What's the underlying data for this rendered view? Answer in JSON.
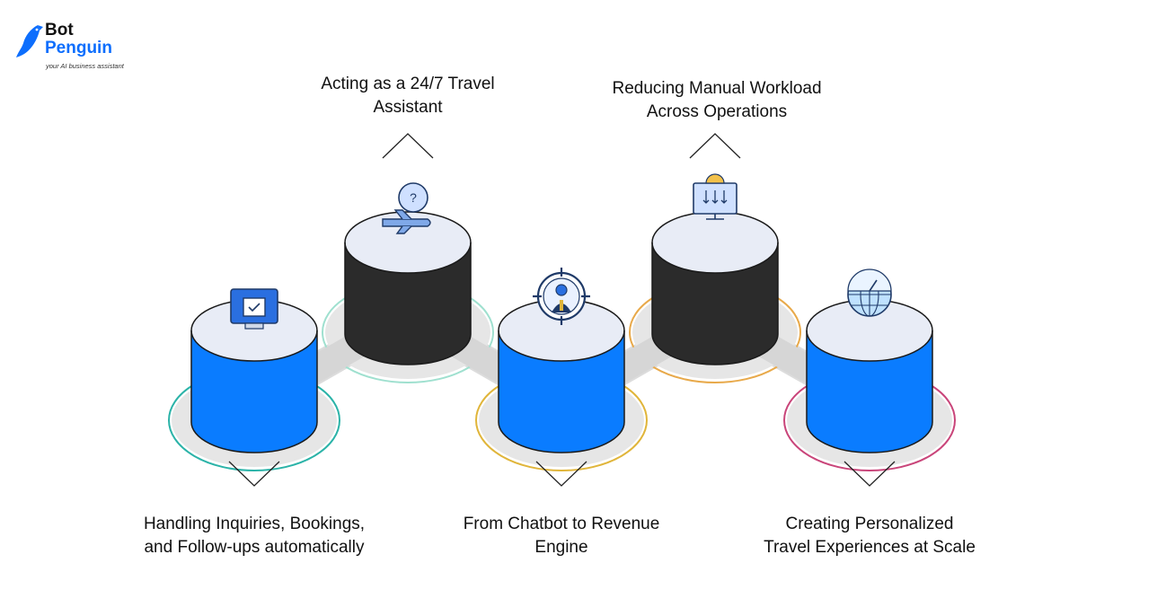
{
  "brand": {
    "name_line1": "Bot",
    "name_line2": "Penguin",
    "tagline": "your AI business assistant",
    "icon": "penguin-logo-icon",
    "color": "#0d6efd"
  },
  "steps": [
    {
      "lines": [
        "Handling Inquiries, Bookings,",
        "and Follow-ups automatically"
      ],
      "position": "bottom",
      "cylinder_color": "#0a7cff",
      "ring_color": "#2bb3a8",
      "icon": "computer-calendar-icon"
    },
    {
      "lines": [
        "Acting as a 24/7 Travel",
        "Assistant"
      ],
      "position": "top",
      "cylinder_color": "#2b2b2b",
      "ring_color": "#9fe0cf",
      "icon": "airplane-clock-icon"
    },
    {
      "lines": [
        "From Chatbot to Revenue",
        "Engine"
      ],
      "position": "bottom",
      "cylinder_color": "#0a7cff",
      "ring_color": "#e0b53a",
      "icon": "target-person-icon"
    },
    {
      "lines": [
        "Reducing Manual Workload",
        "Across Operations"
      ],
      "position": "top",
      "cylinder_color": "#2b2b2b",
      "ring_color": "#e8a94a",
      "icon": "monitor-download-icon"
    },
    {
      "lines": [
        "Creating Personalized",
        "Travel Experiences at Scale"
      ],
      "position": "bottom",
      "cylinder_color": "#0a7cff",
      "ring_color": "#c9457a",
      "icon": "globe-compass-icon"
    }
  ]
}
